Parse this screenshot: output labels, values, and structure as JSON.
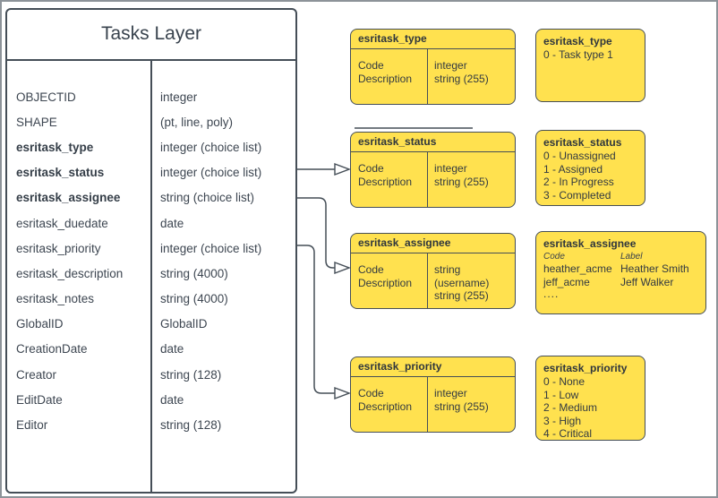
{
  "colors": {
    "box_fill": "#ffe14f",
    "box_border": "#454e57",
    "text": "#3d4651",
    "page_border": "#8d9399"
  },
  "tasks_layer": {
    "title": "Tasks Layer",
    "fields": [
      {
        "name": "OBJECTID",
        "type": "integer"
      },
      {
        "name": "SHAPE",
        "type": "(pt, line, poly)"
      },
      {
        "name": "esritask_type",
        "type": "integer (choice list)"
      },
      {
        "name": "esritask_status",
        "type": "integer (choice list)"
      },
      {
        "name": "esritask_assignee",
        "type": "string (choice list)"
      },
      {
        "name": "esritask_duedate",
        "type": "date"
      },
      {
        "name": "esritask_priority",
        "type": "integer (choice list)"
      },
      {
        "name": "esritask_description",
        "type": "string (4000)"
      },
      {
        "name": "esritask_notes",
        "type": "string (4000)"
      },
      {
        "name": "GlobalID",
        "type": "GlobalID"
      },
      {
        "name": "CreationDate",
        "type": "date"
      },
      {
        "name": "Creator",
        "type": "string (128)"
      },
      {
        "name": "EditDate",
        "type": "date"
      },
      {
        "name": "Editor",
        "type": "string (128)"
      }
    ]
  },
  "lookup_tables": {
    "type": {
      "title": "esritask_type",
      "field1": "Code",
      "field2": "Description",
      "type1": "integer",
      "type2": "string (255)"
    },
    "status": {
      "title": "esritask_status",
      "field1": "Code",
      "field2": "Description",
      "type1": "integer",
      "type2": "string (255)"
    },
    "assignee": {
      "title": "esritask_assignee",
      "field1": "Code",
      "field2": "Description",
      "type1": "string (username)",
      "type2": "string (255)"
    },
    "priority": {
      "title": "esritask_priority",
      "field1": "Code",
      "field2": "Description",
      "type1": "integer",
      "type2": "string (255)"
    }
  },
  "value_lists": {
    "type": {
      "title": "esritask_type",
      "items": [
        "0 - Task type 1"
      ]
    },
    "status": {
      "title": "esritask_status",
      "items": [
        "0 - Unassigned",
        "1 - Assigned",
        "2 - In Progress",
        "3 - Completed"
      ]
    },
    "assignee": {
      "title": "esritask_assignee",
      "col_code": "Code",
      "col_label": "Label",
      "rows": [
        [
          "heather_acme",
          "Heather Smith"
        ],
        [
          "jeff_acme",
          "Jeff Walker"
        ]
      ],
      "more": "...."
    },
    "priority": {
      "title": "esritask_priority",
      "items": [
        "0 - None",
        "1 - Low",
        "2 - Medium",
        "3 - High",
        "4 - Critical"
      ]
    }
  }
}
